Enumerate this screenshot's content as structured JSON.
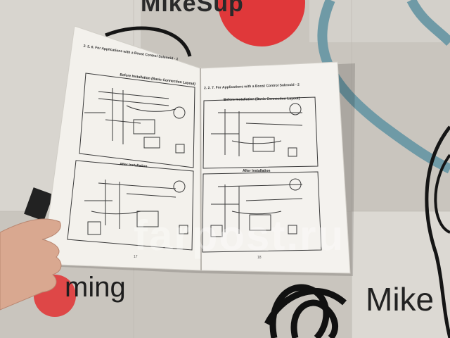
{
  "mat": {
    "brand_top": "MikeSup",
    "brand_bottom_left": "ming",
    "brand_bottom_right": "Mike"
  },
  "watermark": "farpost.ru",
  "manual": {
    "left_page": {
      "section_title": "2. 2. 6. For Applications with a Boost Control Solenoid - 1",
      "before_caption": "Before Installation (Basic Connection Layout)",
      "after_caption": "After Installation",
      "page_number": "17"
    },
    "right_page": {
      "section_title": "2. 2. 7. For Applications with a Boost Control Solenoid - 2",
      "before_caption": "Before Installation (Basic Connection Layout)",
      "after_caption": "After Installation",
      "page_number": "18"
    }
  },
  "colors": {
    "mat_bg": "#cfcbc4",
    "page": "#f3f1ec",
    "diagram_line": "#3a3a3a",
    "red_circle": "#e0383a",
    "hose": "#6f9aa6",
    "cable": "#151515"
  }
}
